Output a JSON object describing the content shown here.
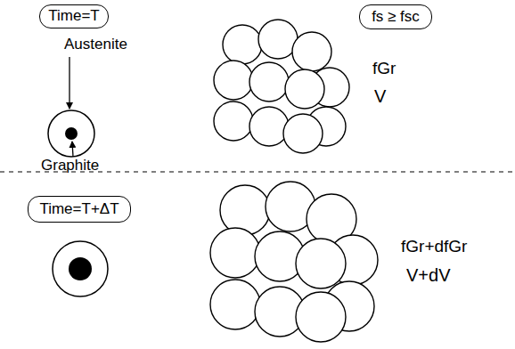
{
  "diagram": {
    "nodes": [
      {
        "text": [
          "Time=T"
        ]
      },
      {
        "text": [
          "fs ≥ fsc"
        ]
      },
      {
        "text": [
          "Time=T+ΔT"
        ]
      }
    ],
    "labels": [
      "Austenite",
      "Graphite",
      "fGr",
      "V",
      "fGr+dfGr",
      "V+dV"
    ]
  }
}
